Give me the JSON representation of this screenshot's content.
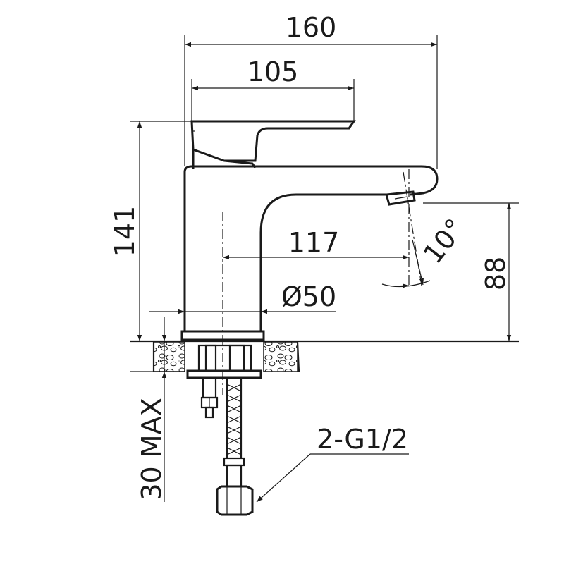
{
  "dimensions": {
    "overall_length": "160",
    "lever_length": "105",
    "height": "141",
    "spout_reach": "117",
    "base_diameter": "Ø50",
    "spout_angle": "10°",
    "spout_height": "88",
    "max_counter_thickness": "30 MAX",
    "connection": "2-G1/2"
  },
  "colors": {
    "line": "#1a1a1a",
    "background": "#ffffff"
  }
}
